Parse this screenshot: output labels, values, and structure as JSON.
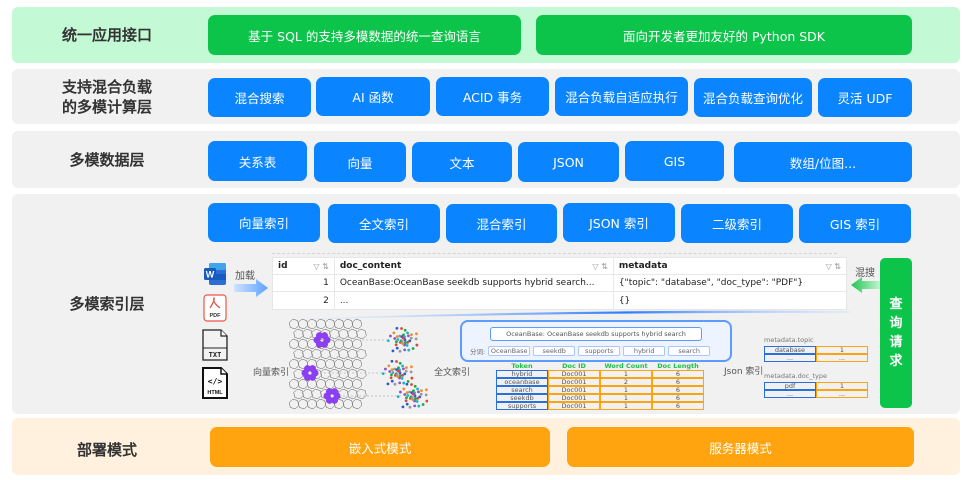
{
  "layers": {
    "api": {
      "title": "统一应用接口",
      "items": [
        "基于 SQL 的支持多模数据的统一查询语言",
        "面向开发者更加友好的 Python SDK"
      ],
      "color": "#0cc44a"
    },
    "compute": {
      "title_line1": "支持混合负载",
      "title_line2": "的多模计算层",
      "items": [
        "混合搜索",
        "AI 函数",
        "ACID 事务",
        "混合负载自适应执行",
        "混合负载查询优化",
        "灵活 UDF"
      ],
      "color": "#0a84ff"
    },
    "data": {
      "title": "多模数据层",
      "items": [
        "关系表",
        "向量",
        "文本",
        "JSON",
        "GIS",
        "数组/位图..."
      ],
      "color": "#0a84ff"
    },
    "index": {
      "title": "多模索引层",
      "items": [
        "向量索引",
        "全文索引",
        "混合索引",
        "JSON 索引",
        "二级索引",
        "GIS 索引"
      ],
      "color": "#0a84ff"
    },
    "deploy": {
      "title": "部署模式",
      "items": [
        "嵌入式模式",
        "服务器模式"
      ],
      "color": "#ffa30f"
    }
  },
  "index_detail": {
    "load_label": "加载",
    "hybrid_search_label": "混搜",
    "query_request": [
      "查",
      "询",
      "请",
      "求"
    ],
    "file_icons": [
      "word-icon",
      "pdf-icon",
      "txt-icon",
      "html-icon"
    ],
    "file_labels": {
      "word": "W",
      "pdf": "PDF",
      "txt": "TXT",
      "html": "HTML",
      "html_glyph": "</>"
    },
    "table": {
      "columns": [
        "id",
        "doc_content",
        "metadata"
      ],
      "column_icons": "▽ ⇅",
      "rows": [
        {
          "id": "1",
          "doc_content": "OceanBase:OceanBase seekdb supports hybrid search...",
          "metadata": "{\"topic\": \"database\", \"doc_type\": \"PDF\"}"
        },
        {
          "id": "2",
          "doc_content": "...",
          "metadata": "{}"
        }
      ]
    },
    "vector_index_label": "向量索引",
    "fulltext_index_label": "全文索引",
    "json_index_label": "Json 索引",
    "fulltext": {
      "query": "OceanBase: OceanBase seekdb supports hybrid search",
      "tokenize_label": "分词:",
      "tokens": [
        "OceanBase",
        "seekdb",
        "supports",
        "hybrid",
        "search"
      ],
      "inverted_columns": [
        "Token",
        "Doc ID",
        "Word Count",
        "Doc Length"
      ],
      "inverted_rows": [
        [
          "hybrid",
          "Doc001",
          "1",
          "6"
        ],
        [
          "oceanbase",
          "Doc001",
          "2",
          "6"
        ],
        [
          "search",
          "Doc001",
          "1",
          "6"
        ],
        [
          "seekdb",
          "Doc001",
          "1",
          "6"
        ],
        [
          "supports",
          "Doc001",
          "1",
          "6"
        ]
      ]
    },
    "json_index": {
      "topic_label": "metadata.topic",
      "topic_rows": [
        [
          "database",
          "1"
        ],
        [
          "...",
          "..."
        ]
      ],
      "doc_type_label": "metadata.doc_type",
      "doc_type_rows": [
        [
          "pdf",
          "1"
        ],
        [
          "...",
          "..."
        ]
      ]
    }
  }
}
